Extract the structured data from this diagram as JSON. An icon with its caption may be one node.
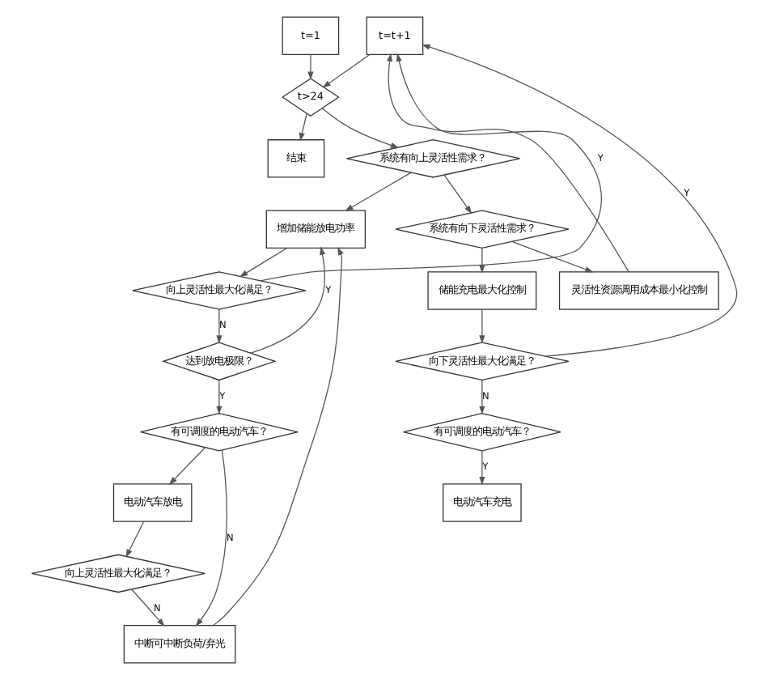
{
  "diagram": {
    "nodes": [
      {
        "text": [
          "t=1"
        ]
      },
      {
        "text": [
          "t>24"
        ]
      },
      {
        "text": [
          "结束"
        ]
      },
      {
        "text": [
          "t=t+1"
        ]
      },
      {
        "text": [
          "系统有向上灵活性需求？"
        ]
      },
      {
        "text": [
          "增加储能放电功率"
        ]
      },
      {
        "text": [
          "系统有向下灵活性需求？"
        ]
      },
      {
        "text": [
          "储能充电最大化控制"
        ]
      },
      {
        "text": [
          "灵活性资源调用成本最小化控制"
        ]
      },
      {
        "text": [
          "向上灵活性最大化满足？"
        ]
      },
      {
        "text": [
          "达到放电极限？"
        ]
      },
      {
        "text": [
          "有可调度的电动汽车？"
        ]
      },
      {
        "text": [
          "电动汽车放电"
        ]
      },
      {
        "text": [
          "向上灵活性最大化满足？"
        ]
      },
      {
        "text": [
          "中断可中断负荷/弃光"
        ]
      },
      {
        "text": [
          "向下灵活性最大化满足？"
        ]
      },
      {
        "text": [
          "有可调度的电动汽车？"
        ]
      },
      {
        "text": [
          "电动汽车充电"
        ]
      }
    ],
    "edges": [
      {
        "from": 0,
        "to": 1,
        "arrow": "to"
      },
      {
        "from": 1,
        "to": 2,
        "arrow": "to"
      },
      {
        "from": 1,
        "to": 4,
        "arrow": "to"
      },
      {
        "from": 3,
        "to": 1,
        "arrow": "to"
      },
      {
        "from": 4,
        "to": 5,
        "arrow": "to"
      },
      {
        "from": 4,
        "to": 6,
        "arrow": "to"
      },
      {
        "from": 6,
        "to": 7,
        "arrow": "to"
      },
      {
        "from": 6,
        "to": 8,
        "arrow": "to"
      },
      {
        "from": 5,
        "to": 9,
        "arrow": "to"
      },
      {
        "from": 9,
        "to": 3,
        "arrow": "to",
        "label": "Y"
      },
      {
        "from": 9,
        "to": 10,
        "arrow": "to",
        "label": "N"
      },
      {
        "from": 10,
        "to": 5,
        "arrow": "to",
        "label": "Y"
      },
      {
        "from": 10,
        "to": 11,
        "arrow": "to",
        "label": "Y"
      },
      {
        "from": 11,
        "to": 14,
        "arrow": "to",
        "label": "N"
      },
      {
        "from": 11,
        "to": 12,
        "arrow": "to"
      },
      {
        "from": 12,
        "to": 13,
        "arrow": "to"
      },
      {
        "from": 13,
        "to": 14,
        "arrow": "to",
        "label": "N"
      },
      {
        "from": 14,
        "to": 5,
        "arrow": "to"
      },
      {
        "from": 8,
        "to": 3,
        "arrow": "to"
      },
      {
        "from": 7,
        "to": 15,
        "arrow": "to"
      },
      {
        "from": 15,
        "to": 3,
        "arrow": "to",
        "label": "Y"
      },
      {
        "from": 15,
        "to": 16,
        "arrow": "to",
        "label": "N"
      },
      {
        "from": 16,
        "to": 17,
        "arrow": "to",
        "label": "Y"
      }
    ]
  }
}
